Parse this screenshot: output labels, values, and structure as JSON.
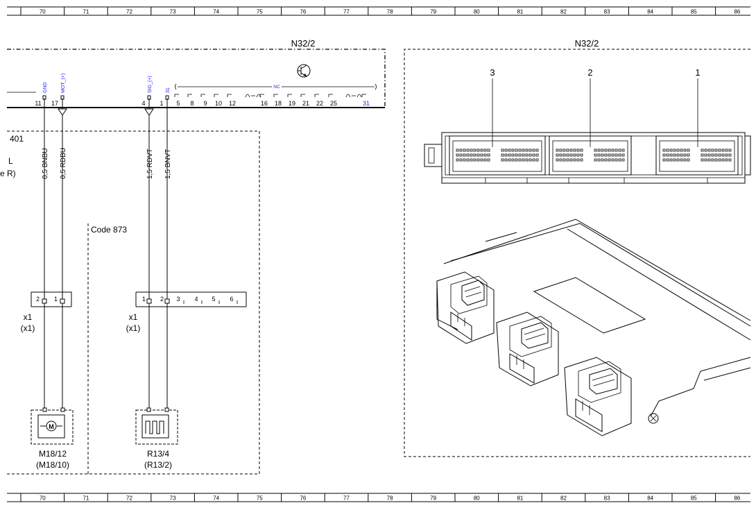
{
  "grid": {
    "columns": [
      "70",
      "71",
      "72",
      "73",
      "74",
      "75",
      "76",
      "77",
      "78",
      "79",
      "80",
      "81",
      "82",
      "83",
      "84",
      "85",
      "86"
    ]
  },
  "schematic": {
    "module_title": "N32/2",
    "ref_401": "401",
    "partial_label_l": "L",
    "partial_label_r": "e R)",
    "pin_names": {
      "gnd": "GND",
      "mot": "MOT_(+)",
      "sig": "SIG_(+)",
      "p31": "31",
      "nc": "NC"
    },
    "pin_numbers": [
      "11",
      "17",
      "4",
      "1",
      "5",
      "8",
      "9",
      "10",
      "12",
      "16",
      "18",
      "19",
      "21",
      "22",
      "25",
      "31"
    ],
    "wires": [
      "0,5 BNBU",
      "0,5 RDBU",
      "1,5 RDVT",
      "1,5 BNVT"
    ],
    "code_label": "Code 873",
    "x1_left": {
      "label": "x1",
      "alt": "(x1)",
      "pins": [
        "2",
        "1"
      ]
    },
    "x1_right": {
      "label": "x1",
      "alt": "(x1)",
      "pins": [
        "1",
        "2",
        "3",
        "4",
        "5",
        "6"
      ]
    },
    "motor": {
      "id": "M18/12",
      "alt": "(M18/10)",
      "glyph": "M"
    },
    "sensor": {
      "id": "R13/4",
      "alt": "(R13/2)"
    }
  },
  "module_view": {
    "title": "N32/2",
    "connector_labels": [
      "3",
      "2",
      "1"
    ]
  }
}
